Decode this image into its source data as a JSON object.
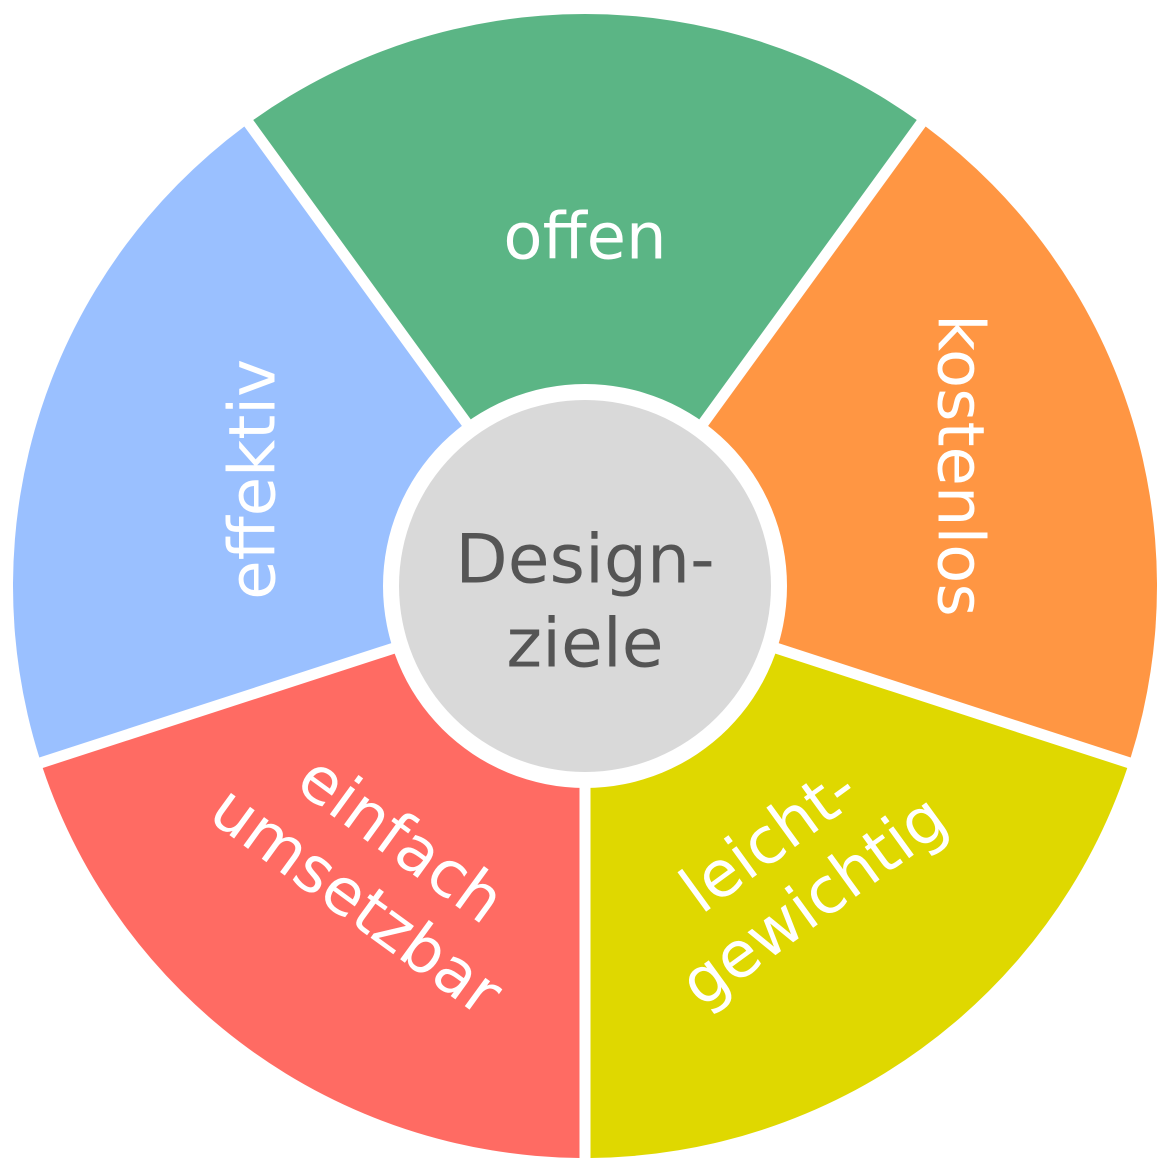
{
  "center": {
    "lines": [
      "Design-",
      "ziele"
    ],
    "color": "#d9d9d9"
  },
  "segments": [
    {
      "id": "offen",
      "lines": [
        "offen"
      ],
      "color": "#5bb585"
    },
    {
      "id": "kostenlos",
      "lines": [
        "kostenlos"
      ],
      "color": "#ff9643"
    },
    {
      "id": "leichtgewichtig",
      "lines": [
        "leicht-",
        "gewichtig"
      ],
      "color": "#dfd800"
    },
    {
      "id": "einfach-umsetzbar",
      "lines": [
        "einfach",
        "umsetzbar"
      ],
      "color": "#ff6b63"
    },
    {
      "id": "effektiv",
      "lines": [
        "effektiv"
      ],
      "color": "#9ac0ff"
    }
  ]
}
